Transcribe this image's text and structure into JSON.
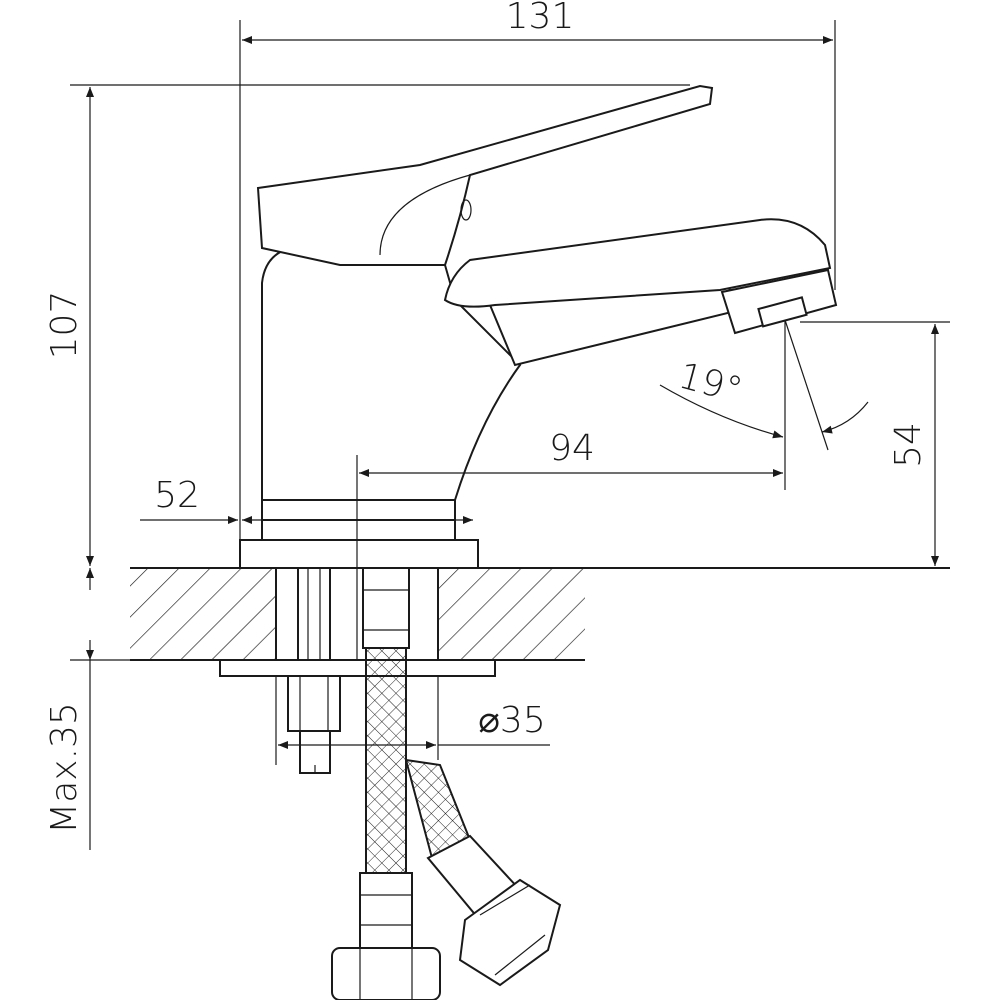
{
  "dimensions": {
    "overall_width": "131",
    "overall_height": "107",
    "base_width": "52",
    "spout_reach": "94",
    "spout_angle": "19°",
    "spout_height": "54",
    "max_counter_thickness": "Max.35",
    "hole_diameter": "⌀35"
  }
}
